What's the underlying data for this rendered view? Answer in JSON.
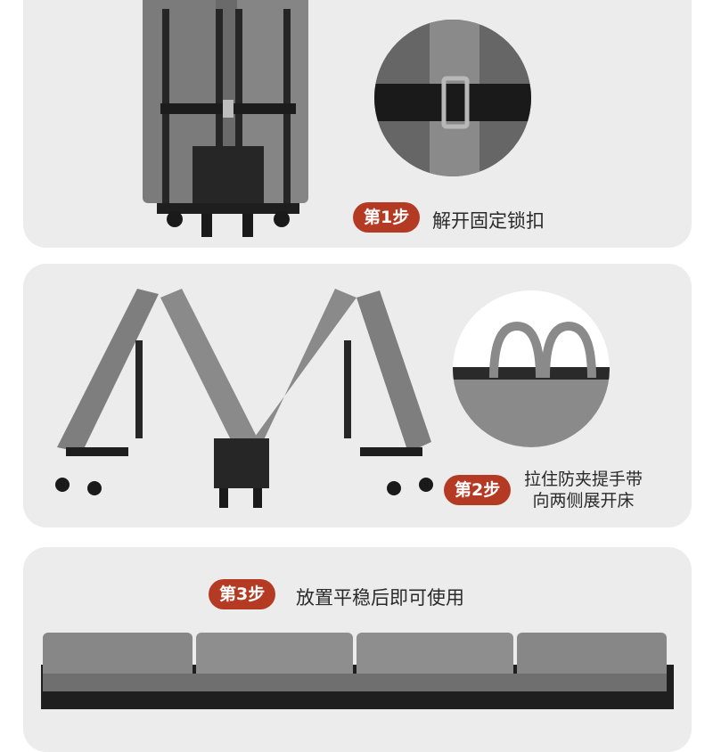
{
  "steps": [
    {
      "badge": "第1步",
      "caption": "解开固定锁扣"
    },
    {
      "badge": "第2步",
      "caption_lines": [
        "拉住防夹提手带",
        "向两侧展开床"
      ]
    },
    {
      "badge": "第3步",
      "caption": "放置平稳后即可使用"
    }
  ],
  "colors": {
    "badge": "#b53a24",
    "panel": "#ececec",
    "mattress": "#7e7e7e",
    "frame": "#262626",
    "strap": "#1c1c1c"
  }
}
